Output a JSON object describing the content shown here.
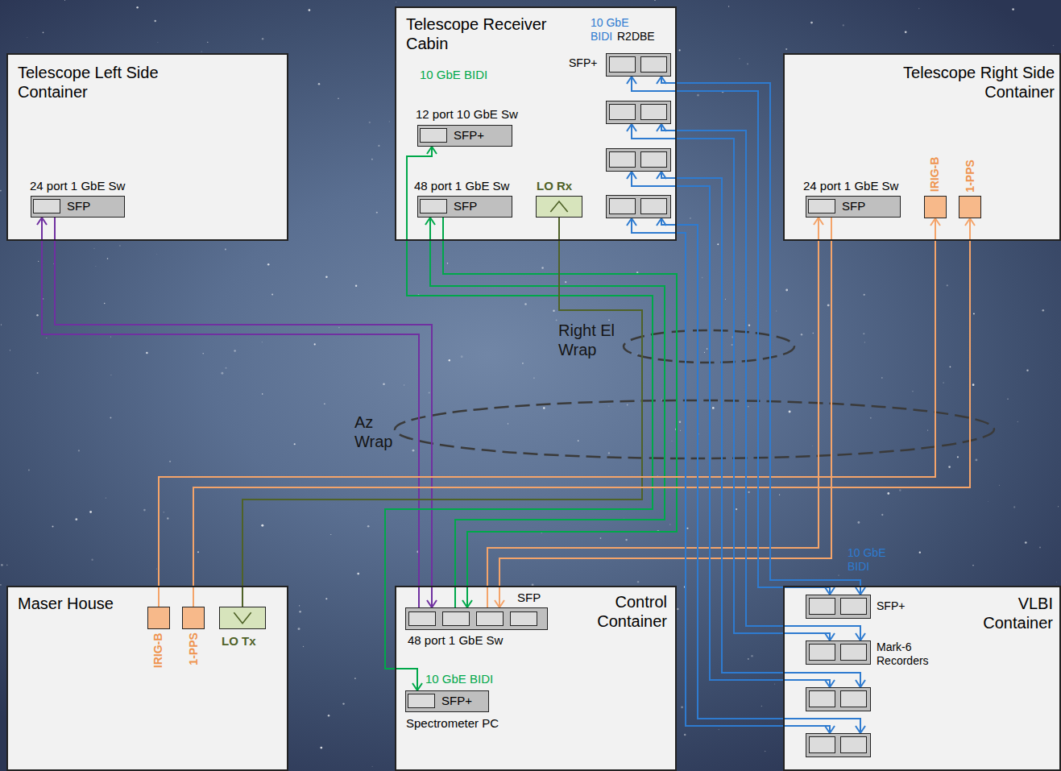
{
  "diagram": {
    "nodes": [
      {
        "text": [
          "Telescope Left Side Container"
        ]
      },
      {
        "text": [
          "24 port 1 GbE Sw",
          "SFP"
        ],
        "in": 0
      },
      {
        "text": [
          "Telescope Receiver Cabin"
        ]
      },
      {
        "text": [
          "10 GbE BIDI",
          "12 port 10 GbE Sw",
          "SFP+"
        ],
        "in": 2
      },
      {
        "text": [
          "48 port 1 GbE Sw",
          "SFP"
        ],
        "in": 2
      },
      {
        "text": [
          "LO Rx"
        ],
        "in": 2
      },
      {
        "text": [
          "10 GbE BIDI",
          "R2DBE",
          "SFP+"
        ],
        "in": 2
      },
      {
        "text": [
          "Telescope Right Side Container"
        ]
      },
      {
        "text": [
          "24 port 1 GbE Sw",
          "SFP"
        ],
        "in": 7
      },
      {
        "text": [
          "IRIG-B"
        ],
        "in": 7
      },
      {
        "text": [
          "1-PPS"
        ],
        "in": 7
      },
      {
        "text": [
          "Maser House"
        ]
      },
      {
        "text": [
          "IRIG-B"
        ],
        "in": 11
      },
      {
        "text": [
          "1-PPS"
        ],
        "in": 11
      },
      {
        "text": [
          "LO Tx"
        ],
        "in": 11
      },
      {
        "text": [
          "Control Container"
        ]
      },
      {
        "text": [
          "SFP",
          "48 port 1 GbE Sw"
        ],
        "in": 15
      },
      {
        "text": [
          "10 GbE BIDI",
          "SFP+",
          "Spectrometer PC"
        ],
        "in": 15
      },
      {
        "text": [
          "VLBI Container"
        ]
      },
      {
        "text": [
          "SFP+",
          "Mark-6 Recorders"
        ],
        "in": 18
      }
    ],
    "edges": [
      {
        "from": 16,
        "to": 1,
        "arrow": "to"
      },
      {
        "from": 1,
        "to": 16,
        "arrow": "to"
      },
      {
        "from": 3,
        "to": 17,
        "arrow": "both"
      },
      {
        "from": 16,
        "to": 4,
        "arrow": "to"
      },
      {
        "from": 4,
        "to": 16,
        "arrow": "to"
      },
      {
        "from": 14,
        "to": 5,
        "arrow": "none"
      },
      {
        "from": 12,
        "to": 9,
        "arrow": "to"
      },
      {
        "from": 13,
        "to": 10,
        "arrow": "to"
      },
      {
        "from": 16,
        "to": 8,
        "arrow": "to"
      },
      {
        "from": 8,
        "to": 16,
        "arrow": "to"
      },
      {
        "from": 6,
        "to": 19,
        "arrow": "both"
      },
      {
        "from": 6,
        "to": 19,
        "arrow": "both"
      },
      {
        "from": 6,
        "to": 19,
        "arrow": "both"
      },
      {
        "from": 6,
        "to": 19,
        "arrow": "both"
      },
      {
        "from": 6,
        "to": 19,
        "arrow": "both"
      },
      {
        "from": 6,
        "to": 19,
        "arrow": "both"
      },
      {
        "from": 6,
        "to": 19,
        "arrow": "both"
      },
      {
        "from": 6,
        "to": 19,
        "arrow": "both"
      }
    ],
    "labels": [
      "Right El Wrap",
      "Az Wrap",
      "10 GbE BIDI"
    ]
  }
}
